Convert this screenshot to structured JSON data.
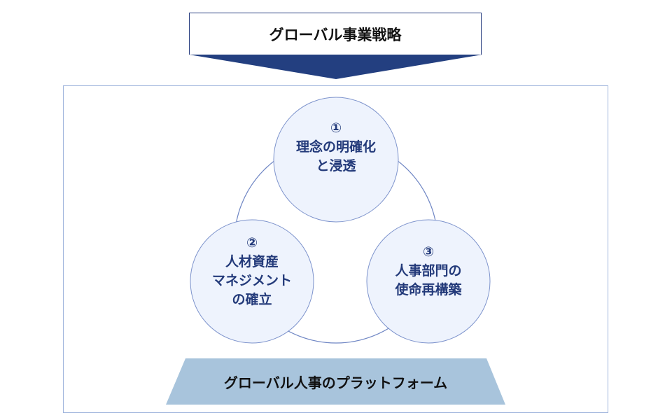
{
  "top": {
    "label": "グローバル事業戦略"
  },
  "circles": [
    {
      "number": "①",
      "lines": [
        "理念の明確化",
        "と浸透"
      ]
    },
    {
      "number": "②",
      "lines": [
        "人材資産",
        "マネジメント",
        "の確立"
      ]
    },
    {
      "number": "③",
      "lines": [
        "人事部門の",
        "使命再構築"
      ]
    }
  ],
  "bottom": {
    "label": "グローバル人事のプラットフォーム"
  },
  "colors": {
    "navy": "#233f80",
    "circle_fill": "#eef3fd",
    "circle_stroke": "#7d93cc",
    "platform": "#a8c4dc"
  }
}
